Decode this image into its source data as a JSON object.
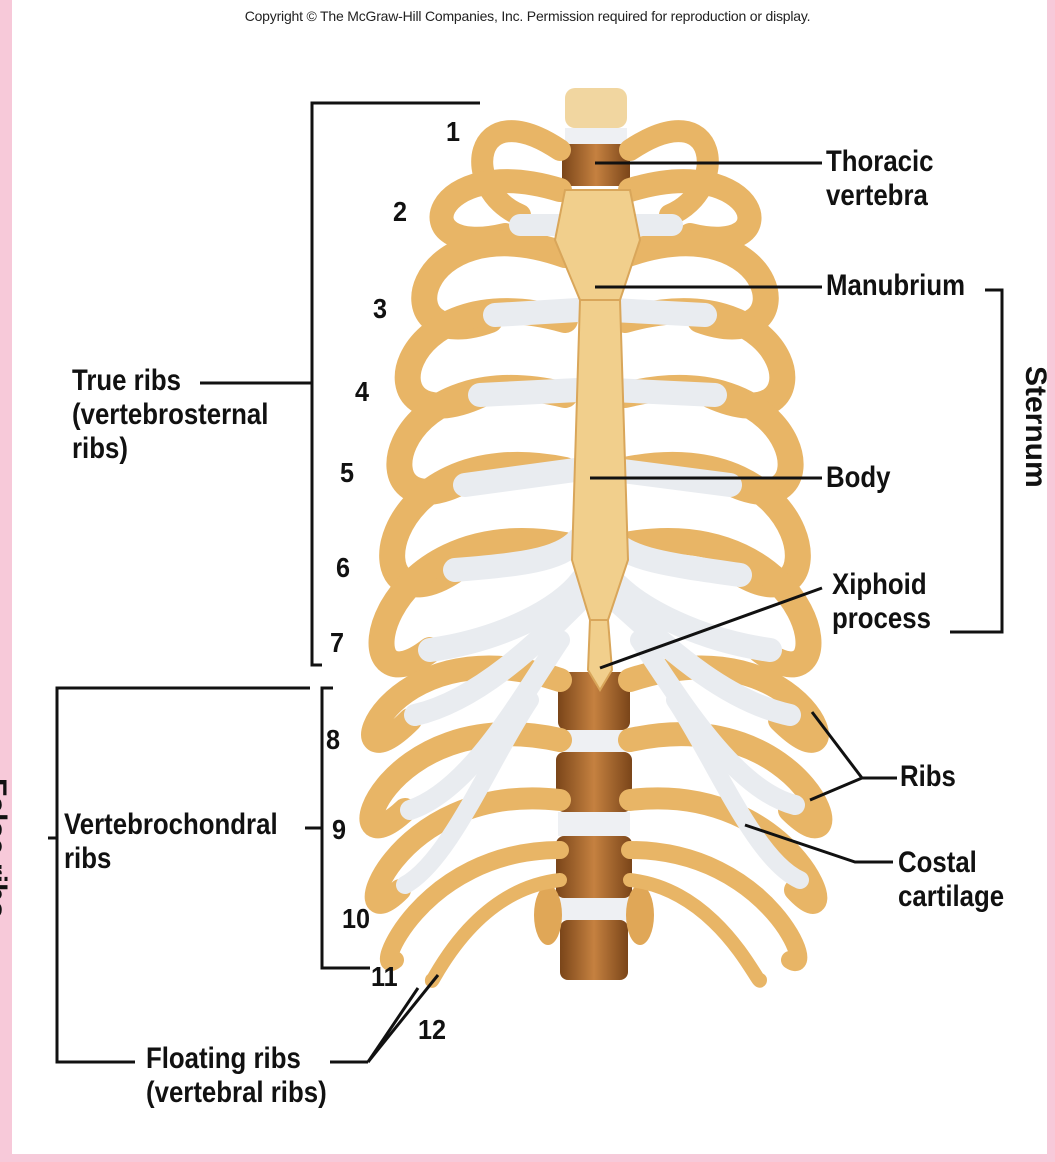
{
  "copyright": "Copyright © The McGraw-Hill Companies, Inc. Permission required for reproduction or display.",
  "rib_numbers": [
    "1",
    "2",
    "3",
    "4",
    "5",
    "6",
    "7",
    "8",
    "9",
    "10",
    "11",
    "12"
  ],
  "labels": {
    "thoracic_vertebra": [
      "Thoracic",
      "vertebra"
    ],
    "manubrium": "Manubrium",
    "body": "Body",
    "xiphoid_process": [
      "Xiphoid",
      "process"
    ],
    "sternum": "Sternum",
    "ribs": "Ribs",
    "costal_cartilage": [
      "Costal",
      "cartilage"
    ],
    "true_ribs": [
      "True ribs",
      "(vertebrosternal",
      "ribs)"
    ],
    "false_ribs": "False ribs",
    "vertebrochondral_ribs": [
      "Vertebrochondral",
      "ribs"
    ],
    "floating_ribs": [
      "Floating ribs",
      "(vertebral ribs)"
    ]
  },
  "colors": {
    "bone": "#e8b566",
    "bone_dark": "#c98a3a",
    "cartilage": "#e9ecf0",
    "vertebra": "#a8642a",
    "background_border": "#f7c9d9"
  }
}
